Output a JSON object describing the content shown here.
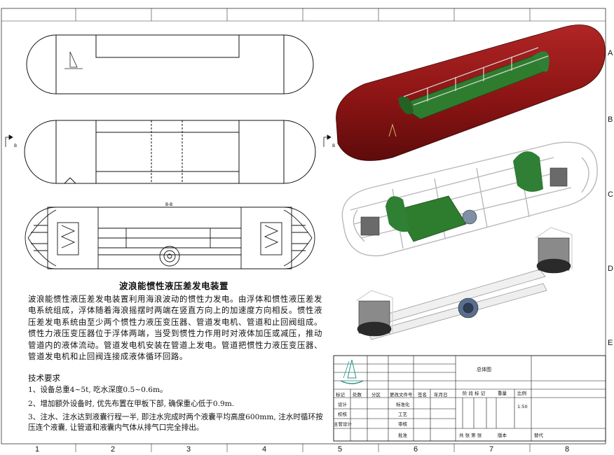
{
  "section_label": "B-B",
  "view_marker": "B",
  "title": "波浪能惯性液压差发电装置",
  "description": "波浪能惯性液压差发电装置利用海浪波动的惯性力发电。由浮体和惯性液压差发电系统组成，浮体随着海浪摇摆时两端在竖直方向上的加速度方向相反。惯性液压差发电系统由至少两个惯性力液压变压器、管道发电机、管道和止回阀组成。惯性力液压变压器位于浮体两端，当受到惯性力作用时对液体加压或减压，推动管道内的液体流动。管道发电机安装在管道上发电。管道把惯性力液压变压器、管道发电机和止回阀连接成液体循环回路。",
  "requirements": {
    "heading": "技术要求",
    "items": [
      "1、设备总重4~5t, 吃水深度0.5~0.6m。",
      "2、增加额外设备时, 优先布置在甲板下部, 确保重心低于0.9m.",
      "3、注水、注水达到液囊行程一半, 即注水完成时两个液囊平均高度600mm, 注水时循环按压连个液囊, 让管道和液囊内气体从排气口完全排出。"
    ]
  },
  "title_block": {
    "drawing_name": "总体图",
    "labels": {
      "mark": "标记",
      "count": "处数",
      "zone": "分区",
      "change_doc": "更改文件号",
      "sign": "签名",
      "date": "年月日",
      "design": "设计",
      "standardize": "标准化",
      "check": "校核",
      "process": "工艺",
      "chief": "主管设计",
      "review": "审核",
      "approve": "批准",
      "stage": "阶 段 标 记",
      "weight": "重量",
      "scale": "比例",
      "sheets": "共  张  第  张",
      "version": "版本",
      "replace": "替代"
    },
    "scale_value": "1:50"
  },
  "zones": {
    "bottom": [
      "1",
      "2",
      "3",
      "4",
      "5",
      "6",
      "7",
      "8"
    ],
    "right": [
      "A",
      "B",
      "C",
      "D",
      "E"
    ]
  },
  "colors": {
    "hull": "#8b1414",
    "deck": "#2e7d2e",
    "frame": "#c8c8c8",
    "logo": "#1f9a8a"
  }
}
